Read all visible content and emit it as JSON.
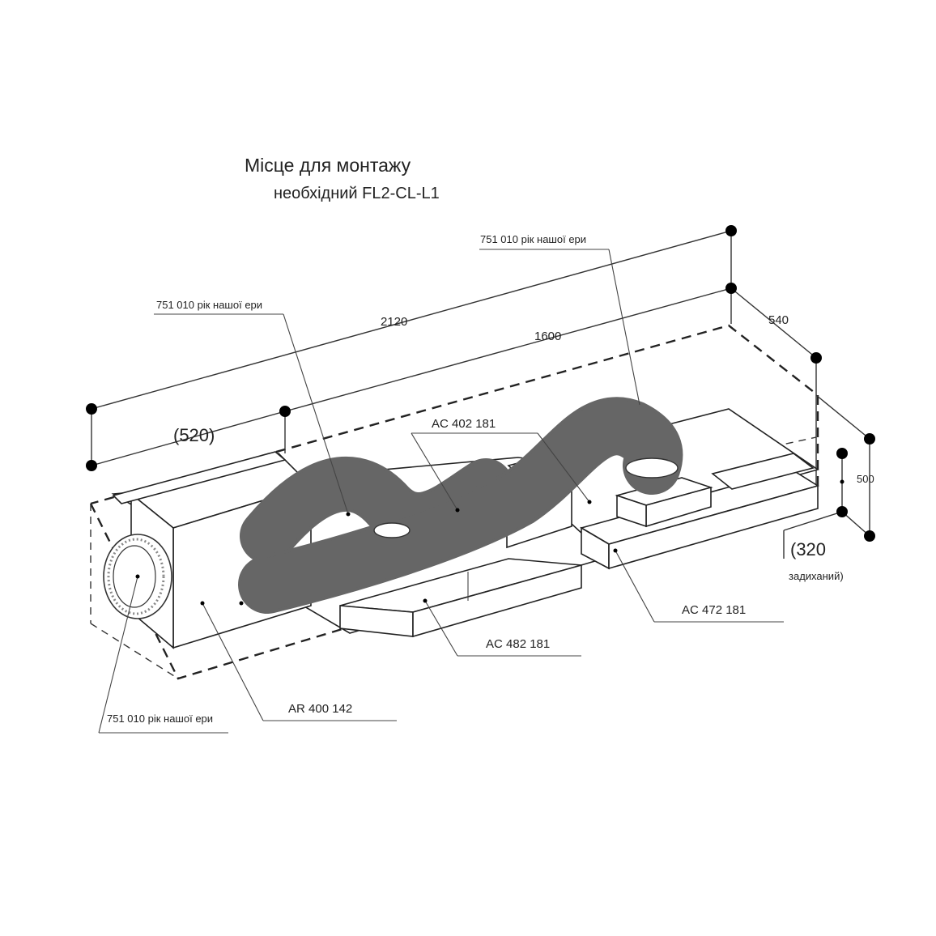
{
  "title": "Місце для монтажу",
  "subtitle": "необхідний FL2-CL-L1",
  "dimensions": {
    "overall_length": "2120",
    "inner_length": "1600",
    "left_section": "(520)",
    "depth": "540",
    "height": "500",
    "bottom_height": "(320",
    "bottom_note": "задиханий)"
  },
  "parts": {
    "hose_top_left": "751 010 рік нашої ери",
    "hose_top_right": "751 010 рік нашої ери",
    "hose_bottom_left": "751 010 рік нашої ери",
    "ac_402": "AC 402 181",
    "ac_472": "AC 472 181",
    "ac_482": "AC 482 181",
    "ar_400": "AR 400 142"
  }
}
